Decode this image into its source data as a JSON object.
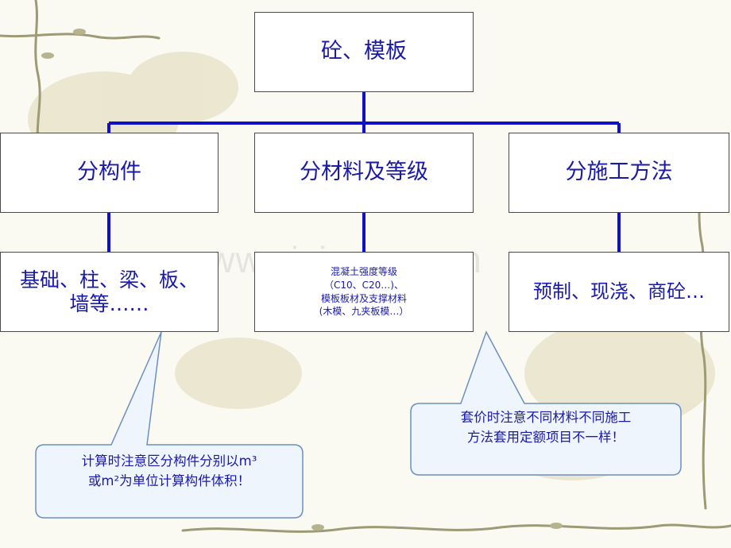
{
  "diagram": {
    "root": "砼、模板",
    "categories": [
      "分构件",
      "分材料及等级",
      "分施工方法"
    ],
    "details": [
      [
        "基础、柱、梁、板、",
        "墙等……"
      ],
      [
        "混凝土强度等级",
        "（C10、C20…)、",
        "模板板材及支撑材料",
        "(木模、九夹板模…）"
      ],
      [
        "预制、现浇、商砼…"
      ]
    ]
  },
  "callouts": {
    "left": {
      "line1": "计算时注意区分构件分别以m³",
      "line2": "或m²为单位计算构件体积！"
    },
    "right": {
      "line1": "套价时注意不同材料不同施工",
      "line2": "方法套用定额项目不一样！"
    }
  },
  "watermark": "www.zixin.com.cn",
  "colors": {
    "connector": "#1010c8",
    "text": "#1a1aa6",
    "callout_fill": "#eef5fd",
    "callout_stroke": "#6d8fc0"
  }
}
